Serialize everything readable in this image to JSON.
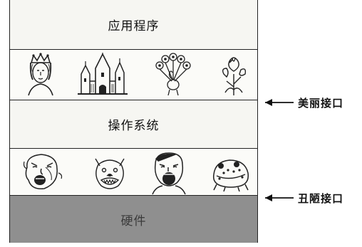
{
  "layers": {
    "applications": "应用程序",
    "operating_system": "操作系统",
    "hardware": "硬件"
  },
  "interfaces": {
    "beautiful": "美丽接口",
    "ugly": "丑陋接口"
  },
  "pictures": {
    "beautiful": [
      "queen-portrait",
      "fairytale-castle",
      "peacock",
      "flower-bouquet"
    ],
    "ugly": [
      "screaming-face",
      "snarling-dog",
      "yelling-man",
      "warty-toad"
    ]
  },
  "colors": {
    "hardware_fill": "#8f8f8f",
    "line": "#222222"
  }
}
